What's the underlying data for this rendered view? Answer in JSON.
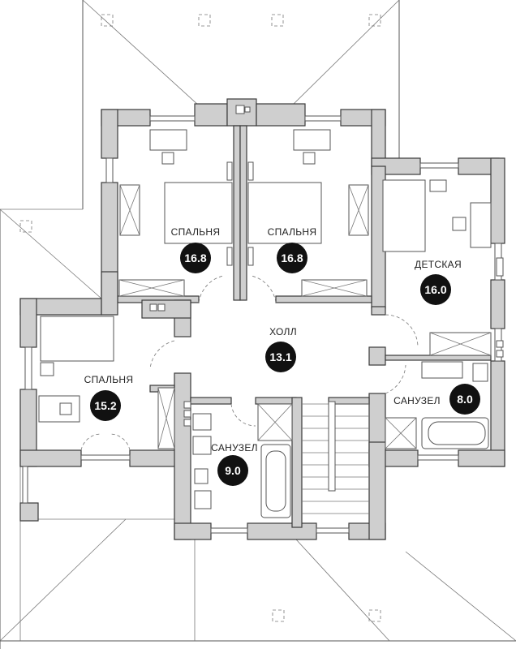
{
  "rooms": [
    {
      "key": "bedroom_tl",
      "label": "СПАЛЬНЯ",
      "area": "16.8"
    },
    {
      "key": "bedroom_tm",
      "label": "СПАЛЬНЯ",
      "area": "16.8"
    },
    {
      "key": "kids",
      "label": "ДЕТСКАЯ",
      "area": "16.0"
    },
    {
      "key": "hall",
      "label": "ХОЛЛ",
      "area": "13.1"
    },
    {
      "key": "bedroom_l",
      "label": "СПАЛЬНЯ",
      "area": "15.2"
    },
    {
      "key": "bath_r",
      "label": "САНУЗЕЛ",
      "area": "8.0"
    },
    {
      "key": "bath_c",
      "label": "САНУЗЕЛ",
      "area": "9.0"
    }
  ]
}
